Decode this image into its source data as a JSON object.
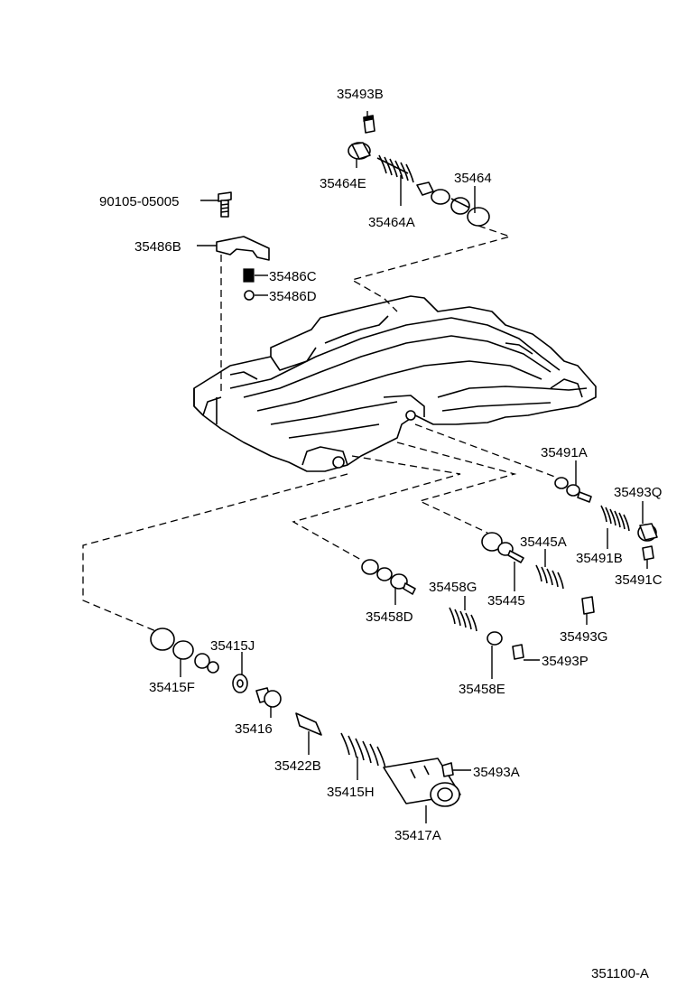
{
  "part_labels": {
    "p35493B": "35493B",
    "p35464E": "35464E",
    "p35464": "35464",
    "p35464A": "35464A",
    "p90105": "90105-05005",
    "p35486B": "35486B",
    "p35486C": "35486C",
    "p35486D": "35486D",
    "p35491A": "35491A",
    "p35493Q": "35493Q",
    "p35445A": "35445A",
    "p35491B": "35491B",
    "p35491C": "35491C",
    "p35458G": "35458G",
    "p35445": "35445",
    "p35458D": "35458D",
    "p35493G": "35493G",
    "p35493P": "35493P",
    "p35458E": "35458E",
    "p35415J": "35415J",
    "p35415F": "35415F",
    "p35416": "35416",
    "p35422B": "35422B",
    "p35415H": "35415H",
    "p35493A": "35493A",
    "p35417A": "35417A"
  },
  "diagram_code": "351100-A",
  "icons": [
    "valve-body-icon",
    "spring-icon",
    "valve-spool-icon",
    "plug-icon",
    "bolt-icon",
    "bracket-icon",
    "ball-icon",
    "sleeve-icon",
    "pin-icon",
    "retainer-icon"
  ]
}
